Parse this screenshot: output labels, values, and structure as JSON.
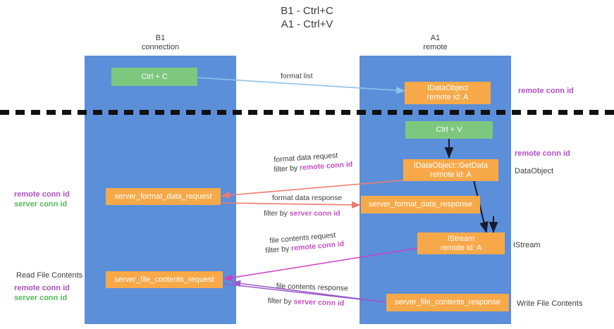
{
  "title": "B1 - Ctrl+C\nA1 - Ctrl+V",
  "columns": [
    {
      "name": "b1",
      "header": "B1\nconnection"
    },
    {
      "name": "a1",
      "header": "A1\nremote"
    }
  ],
  "boxes": {
    "ctrl_c": "Ctrl + C",
    "ctrl_v": "Ctrl + V",
    "idataobject": "IDataObject\nremote id: A",
    "idataobject_getdata": "IDataObject::GetData\nremote id: A",
    "server_format_data_request": "server_format_data_request",
    "server_format_data_response": "server_format_data_response",
    "istream": "IStream\nremote id: A",
    "server_file_contents_request": "server_file_contents_request",
    "server_file_contents_response": "server_file_contents_response"
  },
  "edge_labels": {
    "format_list": "format list",
    "format_data_request": "format data request",
    "format_data_request_filter_prefix": "filter by ",
    "format_data_request_filter_key": "remote conn id",
    "format_data_response": "format data response",
    "format_data_response_filter_prefix": "filter by ",
    "format_data_response_filter_key": "server conn id",
    "file_contents_request": "file contents request",
    "file_contents_request_filter_prefix": "filter by ",
    "file_contents_request_filter_key": "remote conn id",
    "file_contents_response": "file contents response",
    "file_contents_response_filter_prefix": "filter by ",
    "file_contents_response_filter_key": "server conn id"
  },
  "right_labels": {
    "remote_conn_id_top": "remote conn id",
    "remote_conn_id_mid": "remote conn id",
    "dataobject": "DataObject",
    "istream": "IStream",
    "write_file_contents": "Write File Contents"
  },
  "left_labels": {
    "remote_conn_id_mid": "remote conn id",
    "server_conn_id_mid": "server conn id",
    "read_file_contents": "Read File Contents",
    "remote_conn_id_low": "remote conn id",
    "server_conn_id_low": "server conn id"
  },
  "colors": {
    "lane": "#5b8fd9",
    "green_box": "#7ec77f",
    "orange_box": "#f7a949",
    "purple_key": "#b04fc8",
    "green_key": "#57b85a",
    "arrow_blue": "#8ec3ea",
    "arrow_red": "#ef7a6d",
    "arrow_magenta": "#cf3fc0",
    "arrow_purple": "#9b59c8",
    "arrow_black": "#1a1a2e",
    "divider": "#111111",
    "text": "#3c3c3c"
  }
}
